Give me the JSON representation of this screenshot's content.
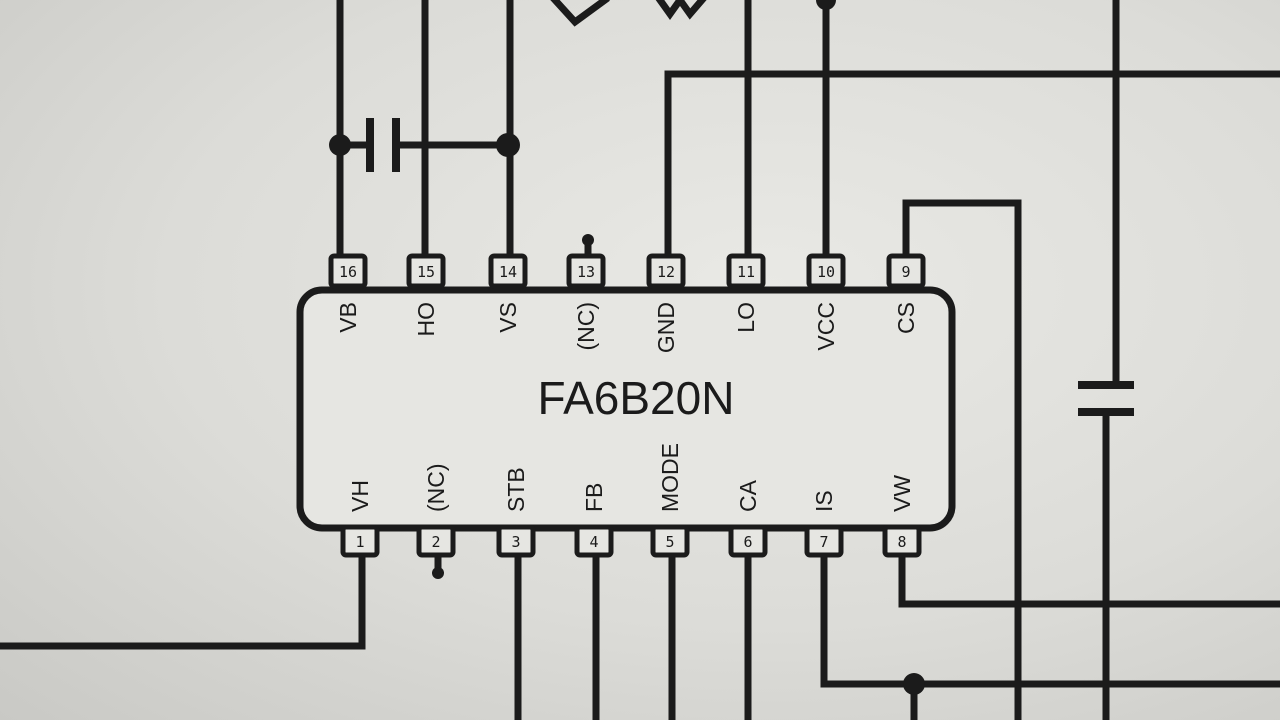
{
  "chip": {
    "part_number": "FA6B20N",
    "top_pins": [
      {
        "number": "16",
        "name": "VB"
      },
      {
        "number": "15",
        "name": "HO"
      },
      {
        "number": "14",
        "name": "VS"
      },
      {
        "number": "13",
        "name": "(NC)"
      },
      {
        "number": "12",
        "name": "GND"
      },
      {
        "number": "11",
        "name": "LO"
      },
      {
        "number": "10",
        "name": "VCC"
      },
      {
        "number": "9",
        "name": "CS"
      }
    ],
    "bottom_pins": [
      {
        "number": "1",
        "name": "VH"
      },
      {
        "number": "2",
        "name": "(NC)"
      },
      {
        "number": "3",
        "name": "STB"
      },
      {
        "number": "4",
        "name": "FB"
      },
      {
        "number": "5",
        "name": "MODE"
      },
      {
        "number": "6",
        "name": "CA"
      },
      {
        "number": "7",
        "name": "IS"
      },
      {
        "number": "8",
        "name": "VW"
      }
    ]
  },
  "colors": {
    "ink": "#1b1b1b",
    "paper": "#e6e6e2"
  }
}
